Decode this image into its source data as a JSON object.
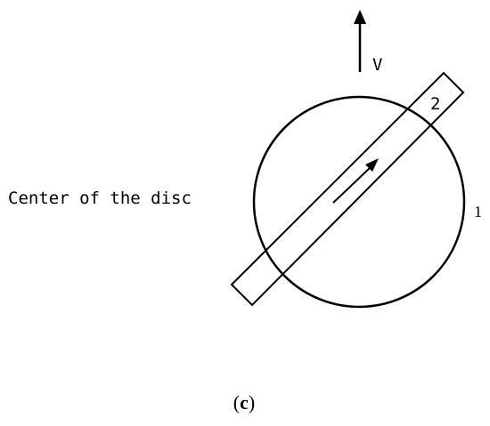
{
  "diagram": {
    "velocity_label": "V",
    "tube_label": "2",
    "disc_label": "1",
    "center_label": "Center of the disc",
    "caption": {
      "open": "(",
      "letter": "c",
      "close": ")"
    }
  },
  "colors": {
    "stroke": "#000000",
    "background": "#ffffff"
  }
}
